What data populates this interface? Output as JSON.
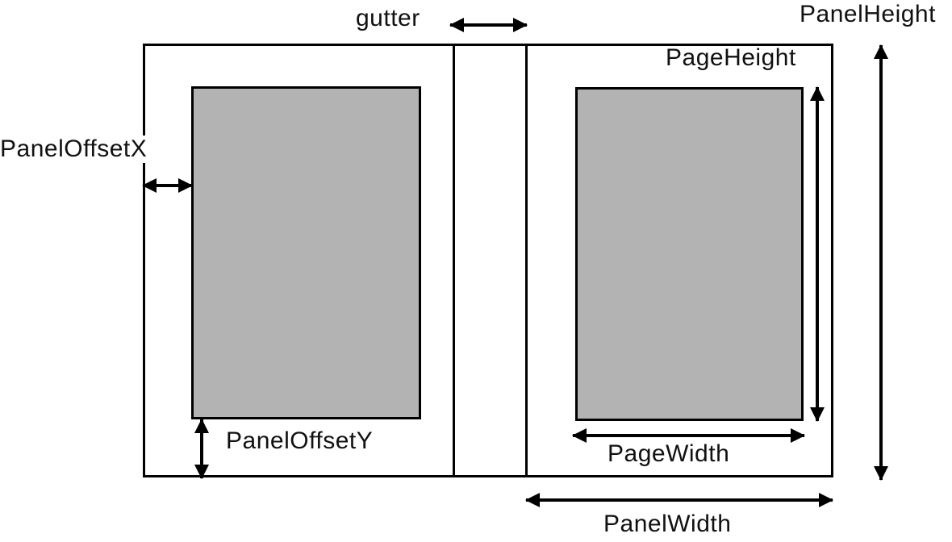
{
  "diagram": {
    "title": "panel and page layout dimensions diagram",
    "labels": {
      "gutter": "gutter",
      "panel_height": "PanelHeight",
      "page_height": "PageHeight",
      "panel_offset_x": "PanelOffsetX",
      "panel_offset_y": "PanelOffsetY",
      "page_width": "PageWidth",
      "panel_width": "PanelWidth"
    },
    "colors": {
      "page_fill": "#b3b3b3",
      "line": "#000000",
      "background": "#ffffff",
      "text": "#111111"
    },
    "structure": {
      "panels": 2,
      "pages_per_panel": 1
    }
  }
}
